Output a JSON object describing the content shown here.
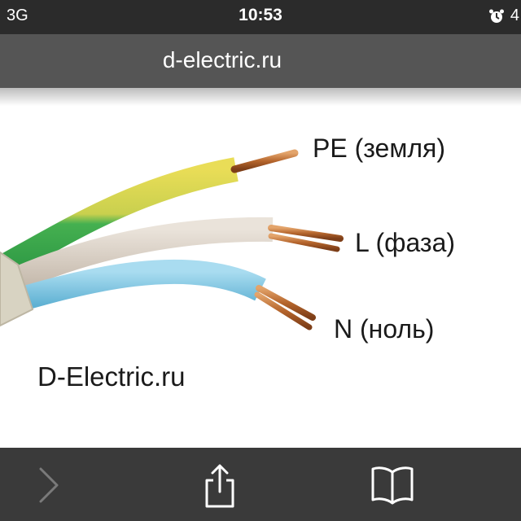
{
  "status_bar": {
    "carrier": "3G",
    "time": "10:53",
    "battery_text": "4",
    "alarm_icon": "alarm-clock-icon"
  },
  "browser": {
    "url": "d-electric.ru"
  },
  "image": {
    "labels": {
      "pe": "PE (земля)",
      "l": "L (фаза)",
      "n": "N (ноль)"
    },
    "watermark": "D-Electric.ru",
    "colors": {
      "pe_green": "#3cae4a",
      "pe_yellow": "#e7dc55",
      "l_beige": "#d9cfc4",
      "n_blue": "#7ec6e3",
      "sheath": "#d8d3c2",
      "copper": "#c27a3f"
    }
  },
  "toolbar": {
    "forward_icon": "chevron-right-icon",
    "share_icon": "share-icon",
    "bookmarks_icon": "book-icon"
  }
}
